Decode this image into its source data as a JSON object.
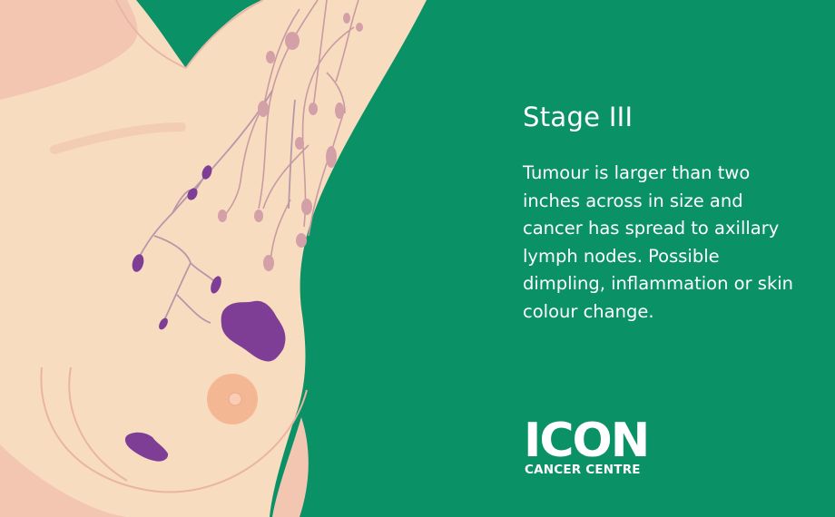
{
  "panel": {
    "title": "Stage III",
    "description": "Tumour is larger than two inches across in size and cancer has spread to axillary lymph nodes. Possible dimpling, inflammation or skin colour change."
  },
  "logo": {
    "word": "ICON",
    "subtitle": "CANCER CENTRE"
  },
  "colors": {
    "background": "#0b9166",
    "skin": "#f8dcc0",
    "skin_shadow": "#f3c6b1",
    "lymph_node": "#d4a0a8",
    "tumour": "#7e3e96",
    "areola": "#f3b893",
    "text": "#ffffff"
  }
}
